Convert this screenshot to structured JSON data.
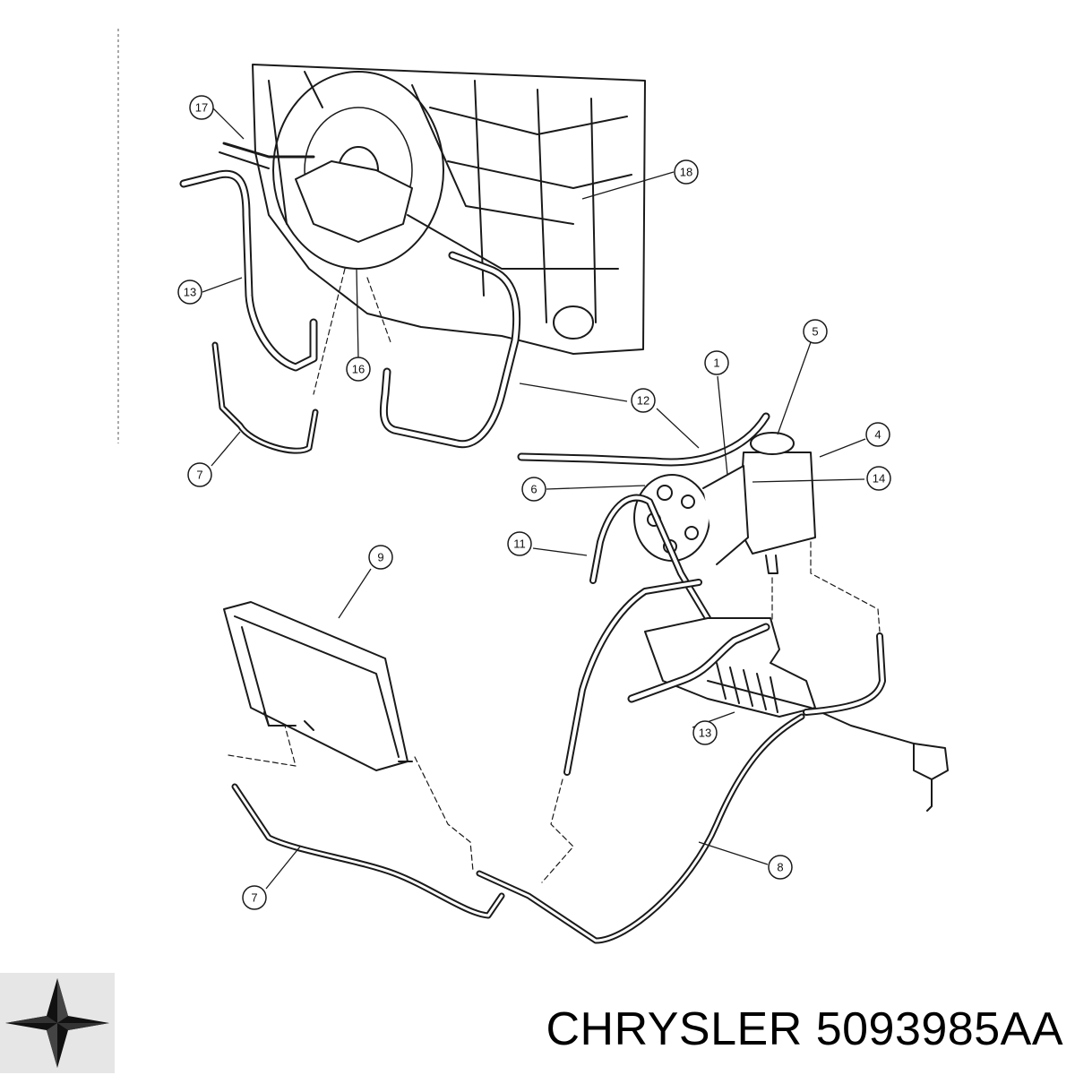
{
  "callouts": [
    {
      "id": "c17a",
      "label": "17"
    },
    {
      "id": "c18",
      "label": "18"
    },
    {
      "id": "c13a",
      "label": "13"
    },
    {
      "id": "c16",
      "label": "16"
    },
    {
      "id": "c12",
      "label": "12"
    },
    {
      "id": "c7a",
      "label": "7"
    },
    {
      "id": "c1",
      "label": "1"
    },
    {
      "id": "c5",
      "label": "5"
    },
    {
      "id": "c4",
      "label": "4"
    },
    {
      "id": "c6",
      "label": "6"
    },
    {
      "id": "c14",
      "label": "14"
    },
    {
      "id": "c11",
      "label": "11"
    },
    {
      "id": "c9",
      "label": "9"
    },
    {
      "id": "c13b",
      "label": "13"
    },
    {
      "id": "c8",
      "label": "8"
    },
    {
      "id": "c7b",
      "label": "7"
    }
  ],
  "footer": {
    "brand_text": "CHRYSLER 5093985AA",
    "logo_icon": "pentastar-logo-icon"
  },
  "colors": {
    "line": "#1a1a1a",
    "background": "#ffffff",
    "logo_gray": "#e6e6e6"
  }
}
